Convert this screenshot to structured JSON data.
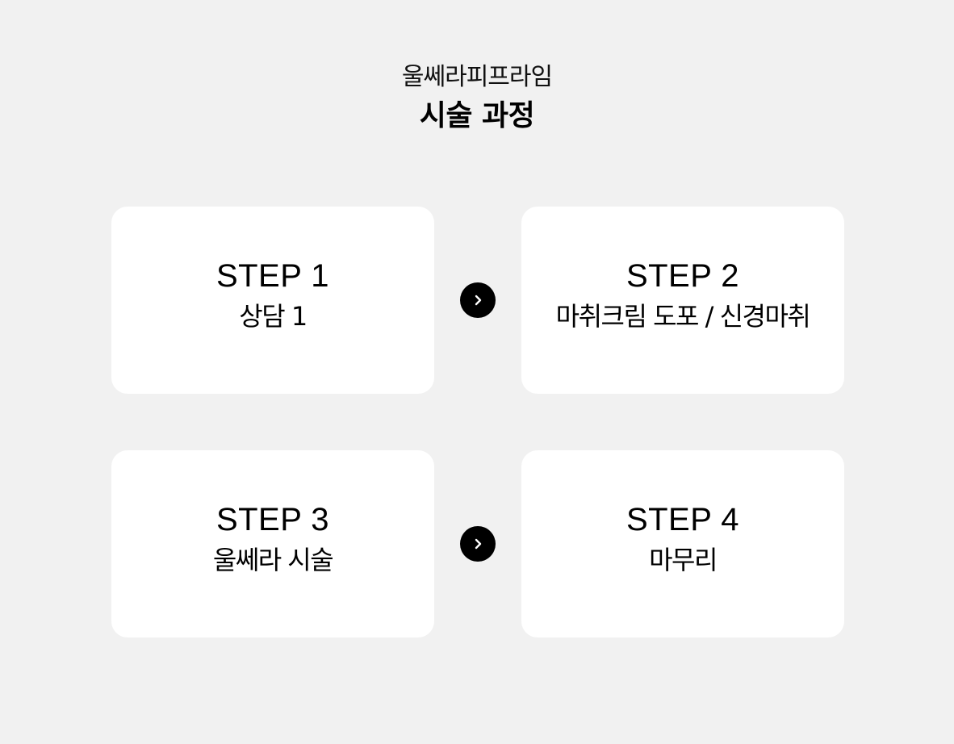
{
  "header": {
    "subtitle": "울쎄라피프라임",
    "title": "시술 과정"
  },
  "steps": [
    {
      "label": "STEP 1",
      "description": "상담 1"
    },
    {
      "label": "STEP 2",
      "description": "마취크림 도포 / 신경마취"
    },
    {
      "label": "STEP 3",
      "description": "울쎄라 시술"
    },
    {
      "label": "STEP 4",
      "description": "마무리"
    }
  ],
  "arrows": [
    {
      "icon": "chevron-right-icon",
      "from": "STEP 1",
      "to": "STEP 2"
    },
    {
      "icon": "chevron-right-icon",
      "from": "STEP 3",
      "to": "STEP 4"
    }
  ],
  "colors": {
    "background": "#f1f1f1",
    "card": "#ffffff",
    "text": "#000000",
    "arrow_bg": "#000000",
    "arrow_fg": "#ffffff"
  }
}
